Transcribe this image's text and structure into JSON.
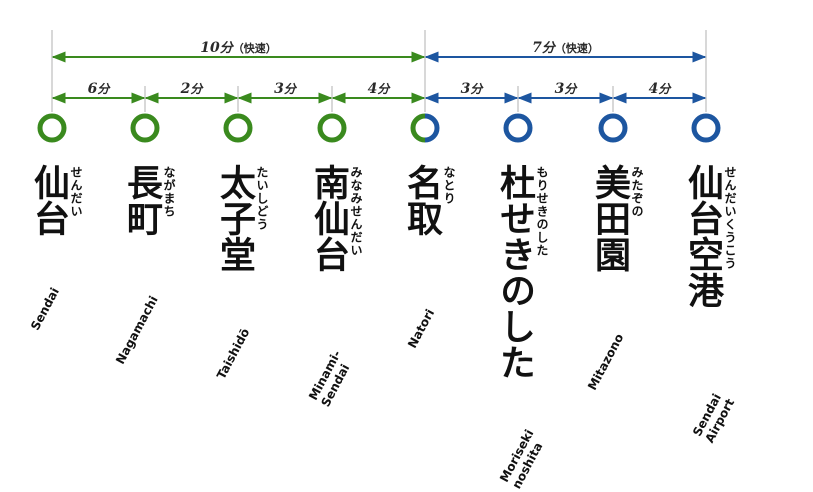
{
  "colors": {
    "green": "#3a8a1e",
    "blue": "#1d56a0",
    "guide": "#b0b0b0"
  },
  "segments": [
    {
      "minutes": "6",
      "unit": "分"
    },
    {
      "minutes": "2",
      "unit": "分"
    },
    {
      "minutes": "3",
      "unit": "分"
    },
    {
      "minutes": "4",
      "unit": "分"
    },
    {
      "minutes": "3",
      "unit": "分"
    },
    {
      "minutes": "3",
      "unit": "分"
    },
    {
      "minutes": "4",
      "unit": "分"
    }
  ],
  "totals": [
    {
      "minutes": "10",
      "unit": "分",
      "note": "（快速）",
      "color": "green"
    },
    {
      "minutes": "7",
      "unit": "分",
      "note": "（快速）",
      "color": "blue"
    }
  ],
  "stations": [
    {
      "kanji": "仙台",
      "kana": "せんだい",
      "romaji": "Sendai",
      "line": "green"
    },
    {
      "kanji": "長町",
      "kana": "ながまち",
      "romaji": "Nagamachi",
      "line": "green"
    },
    {
      "kanji": "太子堂",
      "kana": "たいしどう",
      "romaji": "Taishidō",
      "line": "green"
    },
    {
      "kanji": "南仙台",
      "kana": "みなみせんだい",
      "romaji": "Minami-\nSendai",
      "line": "green"
    },
    {
      "kanji": "名取",
      "kana": "なとり",
      "romaji": "Natori",
      "line": "both"
    },
    {
      "kanji": "杜せきのした",
      "kana": "もりせきのした",
      "romaji": "Moriseki\nnoshita",
      "line": "blue"
    },
    {
      "kanji": "美田園",
      "kana": "みたぞの",
      "romaji": "Mitazono",
      "line": "blue"
    },
    {
      "kanji": "仙台空港",
      "kana": "せんだいくうこう",
      "romaji": "Sendai\nAirport",
      "line": "blue"
    }
  ]
}
